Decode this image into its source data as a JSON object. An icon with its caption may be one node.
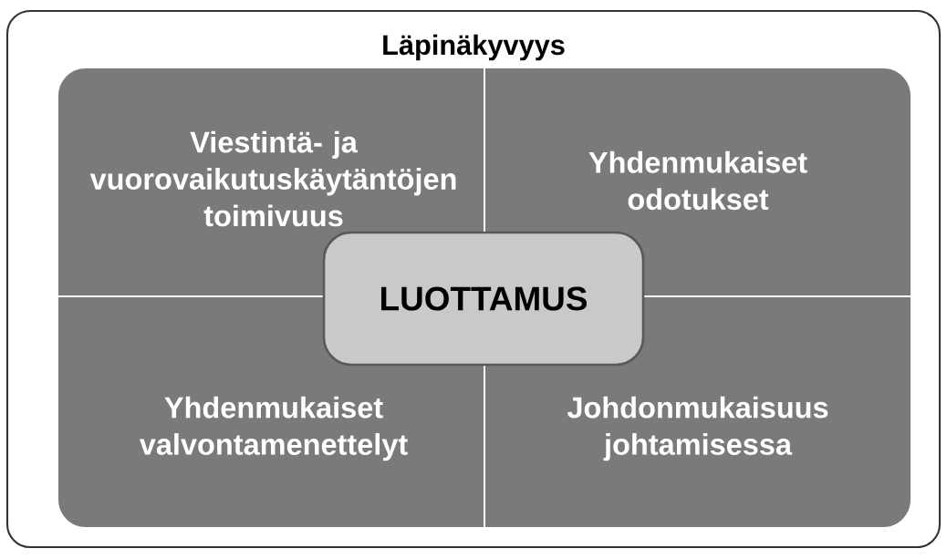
{
  "diagram": {
    "nodes": [
      {
        "text": [
          "Läpinäkyvyys"
        ]
      },
      {
        "text": [
          "Viestintä- ja vuorovaikutuskäytäntöjen toimivuus"
        ],
        "in": 0
      },
      {
        "text": [
          "Yhdenmukaiset odotukset"
        ],
        "in": 0
      },
      {
        "text": [
          "Yhdenmukaiset valvontamenettelyt"
        ],
        "in": 0
      },
      {
        "text": [
          "Johdonmukaisuus johtamisessa"
        ],
        "in": 0
      },
      {
        "text": [
          "LUOTTAMUS"
        ],
        "in": 0
      }
    ]
  }
}
